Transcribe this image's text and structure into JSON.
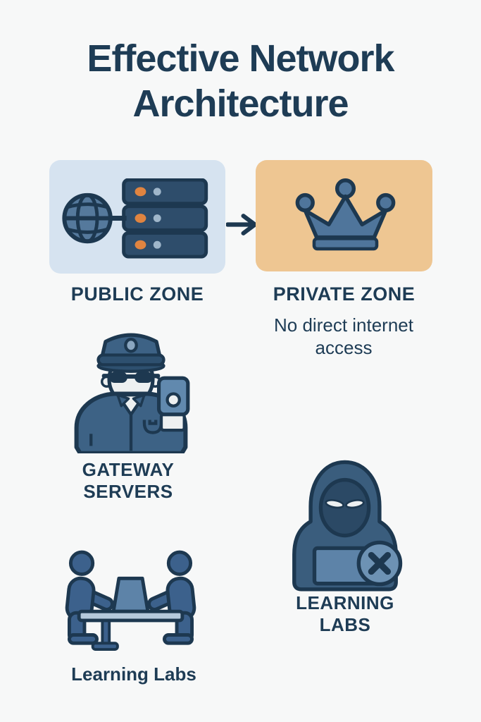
{
  "title": {
    "line1": "Effective Network",
    "line2": "Architecture"
  },
  "zones": {
    "public": {
      "label": "PUBLIC ZONE",
      "icon": "globe-servers-icon"
    },
    "private": {
      "label": "PRIVATE ZONE",
      "note": "No direct internet access",
      "icon": "crown-icon"
    },
    "flow_icon": "arrow-right-icon"
  },
  "items": {
    "gateway": {
      "label": "GATEWAY SERVERS",
      "icon": "police-officer-icon"
    },
    "labs_caps": {
      "label": "LEARNING LABS",
      "icon": "hacker-blocked-icon"
    },
    "labs": {
      "label": "Learning Labs",
      "icon": "people-at-table-icon"
    }
  },
  "colors": {
    "bg": "#f7f8f8",
    "ink": "#1e3c55",
    "outline": "#1d3850",
    "public-bg": "#d6e3f0",
    "private-bg": "#eec692",
    "server": "#2e4d6b",
    "globe": "#55799c",
    "orange": "#e08440",
    "dot": "#9fb6ca",
    "crown": "#4f759b",
    "uniform": "#3d6285",
    "band": "#2e506f",
    "face": "#edf0f1",
    "radio": "#6189ae",
    "badge": "#8aa6c0",
    "hood": "#3a5d7d",
    "mask": "#2b4965",
    "laptop": "#5d83a8",
    "xbadge": "#6d92b4",
    "body": "#3c618c",
    "table": "#b5c9dc"
  }
}
